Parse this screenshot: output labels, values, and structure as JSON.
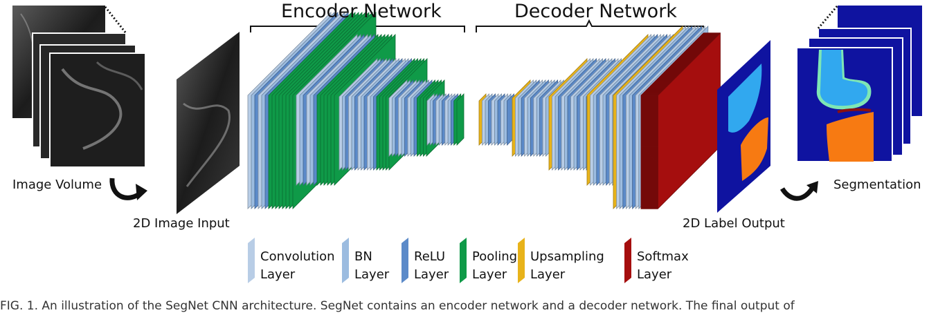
{
  "colors": {
    "convolution": "#b8cde6",
    "bn": "#9cbce0",
    "relu": "#5b8ac9",
    "pooling": "#0f9a48",
    "upsampling": "#e8b31a",
    "softmax": "#a50e0e",
    "label_background": "#0f13a0",
    "femur": "#31a8ef",
    "cartilage": "#7ee6b5",
    "tibia": "#f77a12"
  },
  "labels": {
    "encoder": "Encoder Network",
    "decoder": "Decoder Network",
    "image_volume": "Image Volume",
    "image_input": "2D Image Input",
    "label_output": "2D Label Output",
    "segmentation": "Segmentation"
  },
  "legend": [
    {
      "key": "convolution",
      "line1": "Convolution",
      "line2": "Layer"
    },
    {
      "key": "bn",
      "line1": "BN",
      "line2": "Layer"
    },
    {
      "key": "relu",
      "line1": "ReLU",
      "line2": "Layer"
    },
    {
      "key": "pooling",
      "line1": "Pooling",
      "line2": "Layer"
    },
    {
      "key": "upsampling",
      "line1": "Upsampling",
      "line2": "Layer"
    },
    {
      "key": "softmax",
      "line1": "Softmax",
      "line2": "Layer"
    }
  ],
  "caption": "FIG. 1. An illustration of the SegNet CNN architecture. SegNet contains an encoder network and a decoder network. The final output of"
}
